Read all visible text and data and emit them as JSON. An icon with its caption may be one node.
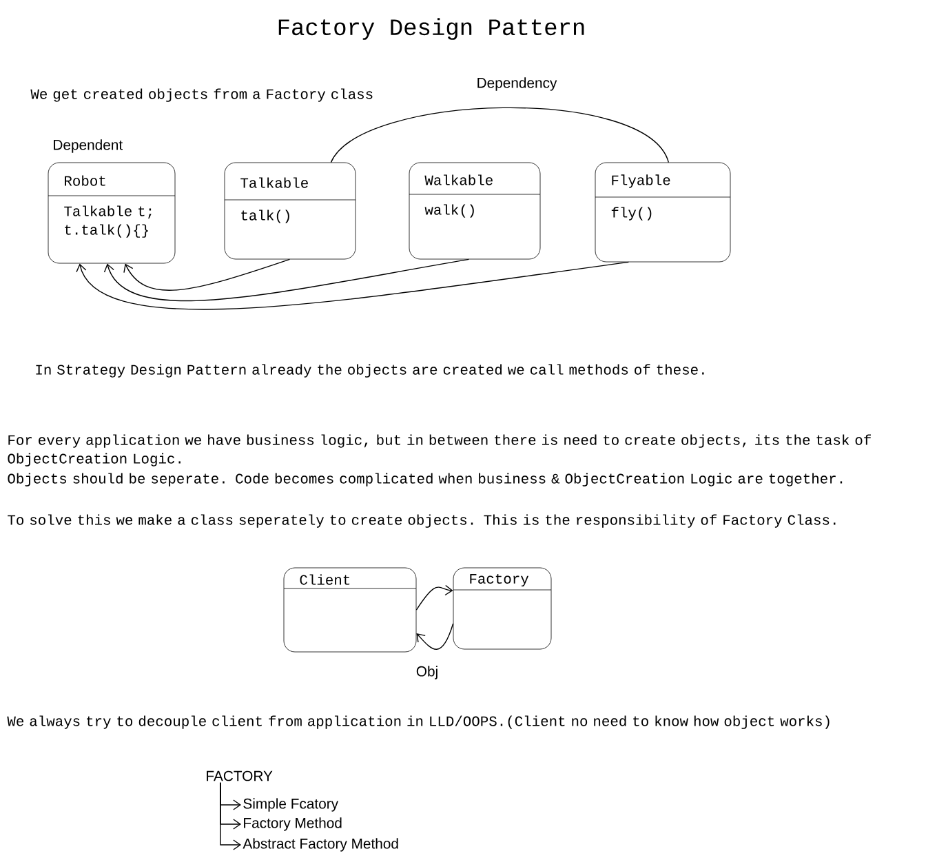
{
  "diagram": {
    "title": "Factory Design Pattern",
    "nodes": [
      {
        "text": [
          "Robot",
          "Talkable t; t.talk(){}"
        ],
        "beside": [
          "Dependent"
        ]
      },
      {
        "text": [
          "Talkable",
          "talk()"
        ]
      },
      {
        "text": [
          "Walkable",
          "walk()"
        ]
      },
      {
        "text": [
          "Flyable",
          "fly()"
        ]
      },
      {
        "text": [
          "Client"
        ]
      },
      {
        "text": [
          "Factory"
        ]
      },
      {
        "text": [
          "FACTORY"
        ]
      },
      {
        "text": [
          "Simple Fcatory"
        ]
      },
      {
        "text": [
          "Factory Method"
        ]
      },
      {
        "text": [
          "Abstract Factory Method"
        ]
      }
    ],
    "edges": [
      {
        "from": 1,
        "to": 0,
        "arrow": "to"
      },
      {
        "from": 2,
        "to": 0,
        "arrow": "to"
      },
      {
        "from": 3,
        "to": 0,
        "arrow": "to"
      },
      {
        "from": 1,
        "to": 3,
        "arrow": "none",
        "label": "Dependency"
      },
      {
        "from": 4,
        "to": 5,
        "arrow": "to"
      },
      {
        "from": 5,
        "to": 4,
        "arrow": "to",
        "label": "Obj"
      },
      {
        "from": 6,
        "to": 7,
        "arrow": "to"
      },
      {
        "from": 6,
        "to": 8,
        "arrow": "to"
      },
      {
        "from": 6,
        "to": 9,
        "arrow": "to"
      }
    ],
    "labels": [
      "We get created objects from a Factory class",
      "In Strategy Design Pattern already the objects are created we call methods of these.",
      "For every application we have business logic, but in between there is need to create objects, its the task of ObjectCreation Logic.",
      "Objects should be seperate. Code becomes complicated when business & ObjectCreation Logic are together.",
      "To solve this we make a class seperately to create objects. This is the responsibility of Factory Class.",
      "We always try to decouple client from application in LLD/OOPS.(Client no need to know how object works)"
    ]
  }
}
